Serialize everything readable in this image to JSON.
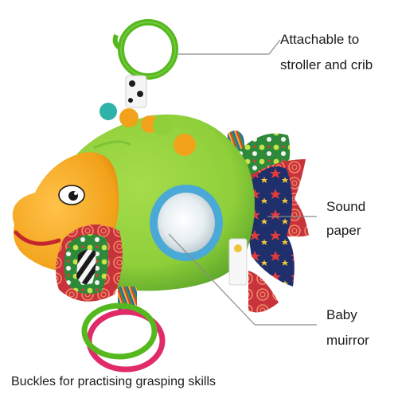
{
  "image": {
    "subject": "plush-fish-toy",
    "background": "#ffffff",
    "colors": {
      "body_green": "#8fcf3a",
      "body_green_dark": "#5fa82a",
      "head_orange": "#f2a21a",
      "mirror_blue": "#4aa9d6",
      "ring_green": "#56b81f",
      "ring_pink": "#e02a6a",
      "fin_red": "#c8323a",
      "fin_navy": "#1f2f6b",
      "callout_line": "#8a8a8a"
    }
  },
  "callouts": {
    "attach": {
      "line1": "Attachable to",
      "line2": "stroller and crib"
    },
    "sound": {
      "line1": "Sound",
      "line2": "paper"
    },
    "mirror": {
      "line1": "Baby",
      "line2": "muirror"
    }
  },
  "caption": "Buckles for practising grasping skills"
}
